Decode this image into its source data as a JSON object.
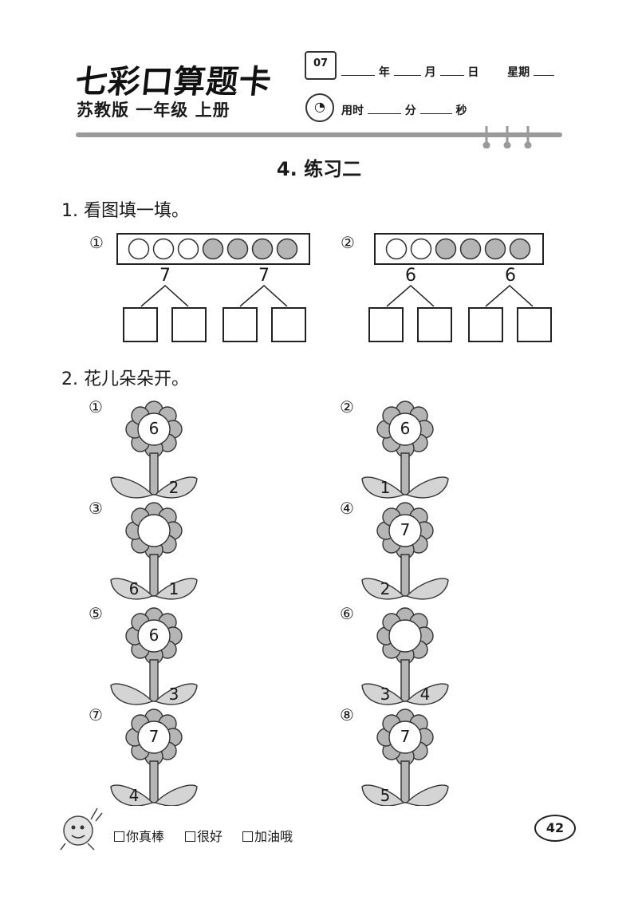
{
  "header": {
    "logo_text": "七彩口算题卡",
    "edition": "苏教版 一年级 上册",
    "calendar_icon_text": "07",
    "date_labels": [
      "年",
      "月",
      "日",
      "星期"
    ],
    "time_labels": [
      "用时",
      "分",
      "秒"
    ]
  },
  "lesson_title": "4. 练习二",
  "q1": {
    "heading": "1. 看图填一填。",
    "items": [
      {
        "marker": "①",
        "white": 3,
        "gray": 4,
        "total": "7"
      },
      {
        "marker": "②",
        "white": 2,
        "gray": 4,
        "total": "6"
      }
    ]
  },
  "q2": {
    "heading": "2. 花儿朵朵开。",
    "flowers": [
      {
        "marker": "①",
        "center": "6",
        "left": "",
        "right": "2"
      },
      {
        "marker": "②",
        "center": "6",
        "left": "1",
        "right": ""
      },
      {
        "marker": "③",
        "center": "",
        "left": "6",
        "right": "1"
      },
      {
        "marker": "④",
        "center": "7",
        "left": "2",
        "right": ""
      },
      {
        "marker": "⑤",
        "center": "6",
        "left": "",
        "right": "3"
      },
      {
        "marker": "⑥",
        "center": "",
        "left": "3",
        "right": "4"
      },
      {
        "marker": "⑦",
        "center": "7",
        "left": "4",
        "right": ""
      },
      {
        "marker": "⑧",
        "center": "7",
        "left": "5",
        "right": ""
      }
    ]
  },
  "footer": {
    "ratings": [
      "你真棒",
      "很好",
      "加油哦"
    ],
    "page_number": "42"
  },
  "colors": {
    "ink": "#1a1a1a",
    "gray_fill": "#b5b5b5",
    "leaf_fill": "#d4d4d4",
    "rule": "#9a9a9a"
  }
}
